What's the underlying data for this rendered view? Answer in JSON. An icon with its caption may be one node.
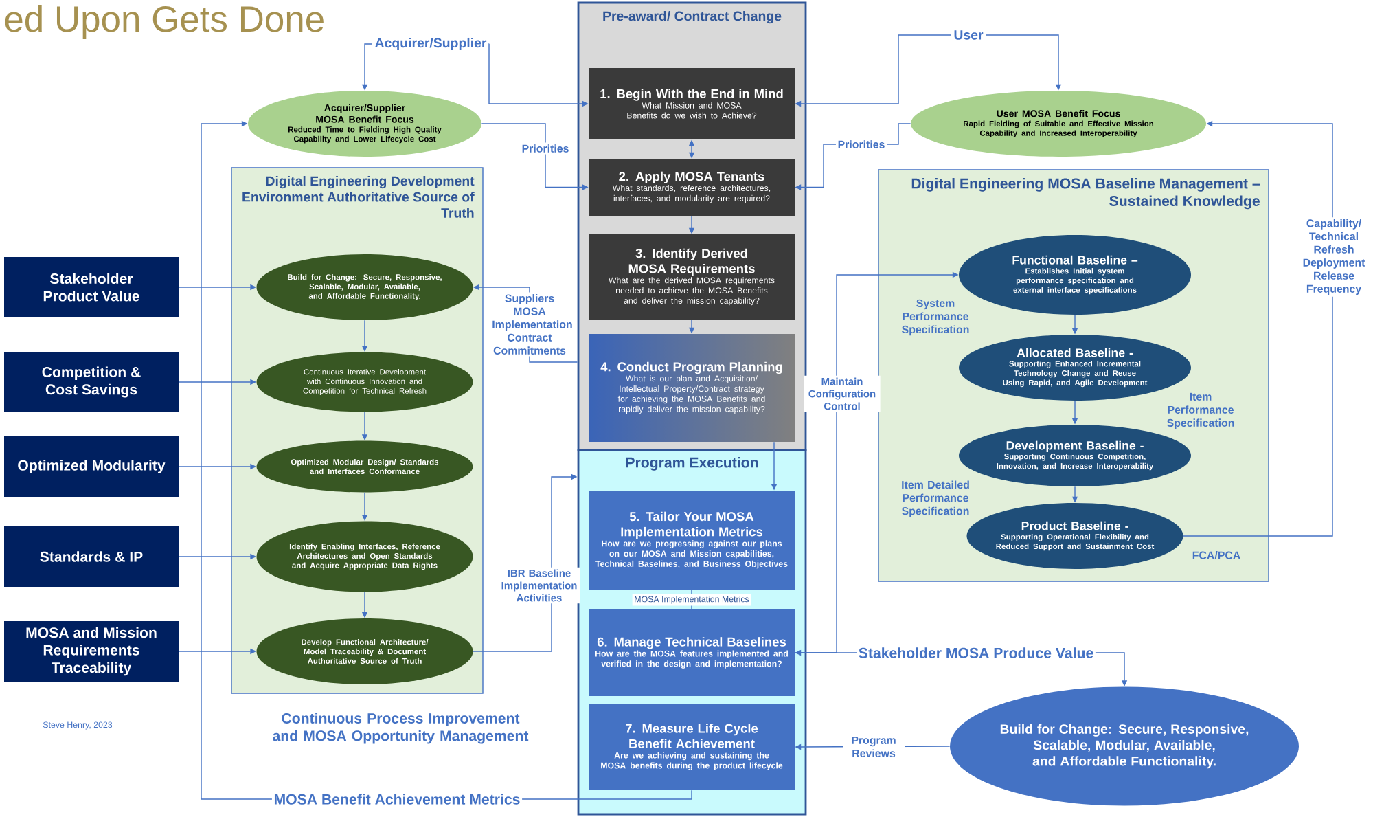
{
  "diagram": {
    "title": "ed Upon Gets Done",
    "nodes": [
      {
        "text": [
          "Acquirer/Supplier"
        ]
      },
      {
        "text": [
          "User"
        ]
      },
      {
        "text": [
          "Acquirer/Supplier MOSA Benefit Focus",
          "Reduced Time to Fielding High Quality Capability and Lower Lifecycle Cost"
        ]
      },
      {
        "text": [
          "Pre-award/ Contract Change"
        ]
      },
      {
        "text": [
          "1. Begin With the End in Mind",
          "What Mission and MOSA Benefits do we wish to Achieve?"
        ],
        "in": 3
      },
      {
        "text": [
          "2. Apply MOSA Tenants",
          "What standards, reference architectures, interfaces, and modularity are required?"
        ],
        "in": 3
      },
      {
        "text": [
          "3. Identify Derived MOSA Requirements",
          "What are the derived MOSA requirements needed to achieve the MOSA Benefits and deliver the mission capability?"
        ],
        "in": 3
      },
      {
        "text": [
          "4. Conduct Program Planning",
          "What is our plan and Acquisition/ Intellectual Property/Contract strategy for achieving the MOSA Benefits and rapidly deliver the mission capability?"
        ],
        "in": 3
      },
      {
        "text": [
          "User MOSA Benefit Focus",
          "Rapid Fielding of Suitable and Effective Mission Capability and Increased Interoperability"
        ]
      },
      {
        "text": [
          "Digital Engineering Development Environment Authoritative Source of Truth"
        ]
      },
      {
        "text": [
          "Build for Change: Secure, Responsive, Scalable, Modular, Available, and Affordable Functionality."
        ],
        "in": 9
      },
      {
        "text": [
          "Continuous Iterative Development with Continuous Innovation and Competition for Technical Refresh"
        ],
        "in": 9
      },
      {
        "text": [
          "Optimized Modular Design/ Standards and Interfaces Conformance"
        ],
        "in": 9
      },
      {
        "text": [
          "Identify Enabling Interfaces, Reference Architectures and Open Standards and Acquire Appropriate Data Rights"
        ],
        "in": 9
      },
      {
        "text": [
          "Develop Functional Architecture/ Model Traceability & Document Authoritative Source of Truth"
        ],
        "in": 9
      },
      {
        "text": [
          "Digital Engineering MOSA Baseline Management – Sustained Knowledge"
        ]
      },
      {
        "text": [
          "Functional Baseline –",
          "Establishes Initial system performance specification and external interface specifications"
        ],
        "in": 15
      },
      {
        "text": [
          "Allocated Baseline -",
          "Supporting Enhanced Incremental Technology Change and Reuse Using Rapid, and Agile Development"
        ],
        "in": 15
      },
      {
        "text": [
          "Development Baseline -",
          "Supporting Continuous Competition, Innovation, and Increase Interoperability"
        ],
        "in": 15
      },
      {
        "text": [
          "Product Baseline -",
          "Supporting Operational Flexibility and Reduced Support and Sustainment Cost"
        ],
        "in": 15
      },
      {
        "text": [
          "Stakeholder Product Value"
        ]
      },
      {
        "text": [
          "Competition & Cost Savings"
        ]
      },
      {
        "text": [
          "Optimized Modularity"
        ]
      },
      {
        "text": [
          "Standards & IP"
        ]
      },
      {
        "text": [
          "MOSA and Mission Requirements Traceability"
        ]
      },
      {
        "text": [
          "Program Execution"
        ]
      },
      {
        "text": [
          "5. Tailor Your MOSA Implementation Metrics",
          "How are we progressing against our plans on our MOSA and Mission capabilities, Technical Baselines, and Business Objectives"
        ],
        "in": 25
      },
      {
        "text": [
          "6. Manage Technical Baselines",
          "How are the MOSA features implemented and verified in the design and implementation?"
        ],
        "in": 25
      },
      {
        "text": [
          "7. Measure Life Cycle Benefit Achievement",
          "Are we achieving and sustaining the MOSA benefits during the product lifecycle"
        ],
        "in": 25
      },
      {
        "text": [
          "Build for Change: Secure, Responsive, Scalable, Modular, Available, and Affordable Functionality."
        ]
      }
    ],
    "edges": [
      {
        "from": 0,
        "to": 2,
        "arrow": "to"
      },
      {
        "from": 0,
        "to": 4,
        "arrow": "to"
      },
      {
        "from": 1,
        "to": 8,
        "arrow": "to"
      },
      {
        "from": 1,
        "to": 4,
        "arrow": "to"
      },
      {
        "from": 2,
        "to": 5,
        "arrow": "to",
        "label": "Priorities"
      },
      {
        "from": 8,
        "to": 5,
        "arrow": "to",
        "label": "Priorities"
      },
      {
        "from": 4,
        "to": 5,
        "arrow": "both"
      },
      {
        "from": 5,
        "to": 6,
        "arrow": "to"
      },
      {
        "from": 6,
        "to": 7,
        "arrow": "to"
      },
      {
        "from": 7,
        "to": 26,
        "arrow": "to"
      },
      {
        "from": 3,
        "to": 10,
        "arrow": "to",
        "label": "Suppliers MOSA Implementation Contract Commitments"
      },
      {
        "from": 20,
        "to": 10,
        "arrow": "to"
      },
      {
        "from": 21,
        "to": 11,
        "arrow": "to"
      },
      {
        "from": 22,
        "to": 12,
        "arrow": "to"
      },
      {
        "from": 23,
        "to": 13,
        "arrow": "to"
      },
      {
        "from": 24,
        "to": 14,
        "arrow": "to"
      },
      {
        "from": 10,
        "to": 11,
        "arrow": "to"
      },
      {
        "from": 11,
        "to": 12,
        "arrow": "to"
      },
      {
        "from": 12,
        "to": 13,
        "arrow": "to"
      },
      {
        "from": 13,
        "to": 14,
        "arrow": "to"
      },
      {
        "from": 14,
        "to": 25,
        "arrow": "to",
        "label": "IBR Baseline Implementation Activities"
      },
      {
        "from": 26,
        "to": 27,
        "arrow": "none",
        "label": "MOSA Implementation Metrics"
      },
      {
        "from": 28,
        "to": 2,
        "arrow": "to",
        "label": "MOSA Benefit Achievement Metrics"
      },
      {
        "from": 16,
        "to": 17,
        "arrow": "to"
      },
      {
        "from": 17,
        "to": 18,
        "arrow": "to"
      },
      {
        "from": 18,
        "to": 19,
        "arrow": "to"
      },
      {
        "from": 19,
        "to": 8,
        "arrow": "to",
        "label": "Capability/ Technical Refresh Deployment Release Frequency"
      },
      {
        "from": 27,
        "to": 16,
        "arrow": "both",
        "label": "Maintain Configuration Control"
      },
      {
        "from": 27,
        "to": 29,
        "arrow": "to",
        "label": "Stakeholder MOSA Produce Value"
      },
      {
        "from": 29,
        "to": 28,
        "arrow": "to",
        "label": "Program Reviews"
      }
    ],
    "labels": [
      "System Performance Specification",
      "Item Performance Specification",
      "Item Detailed Performance Specification",
      "FCA/PCA",
      "Continuous Process Improvement and MOSA Opportunity Management",
      "Steve Henry, 2023"
    ]
  }
}
